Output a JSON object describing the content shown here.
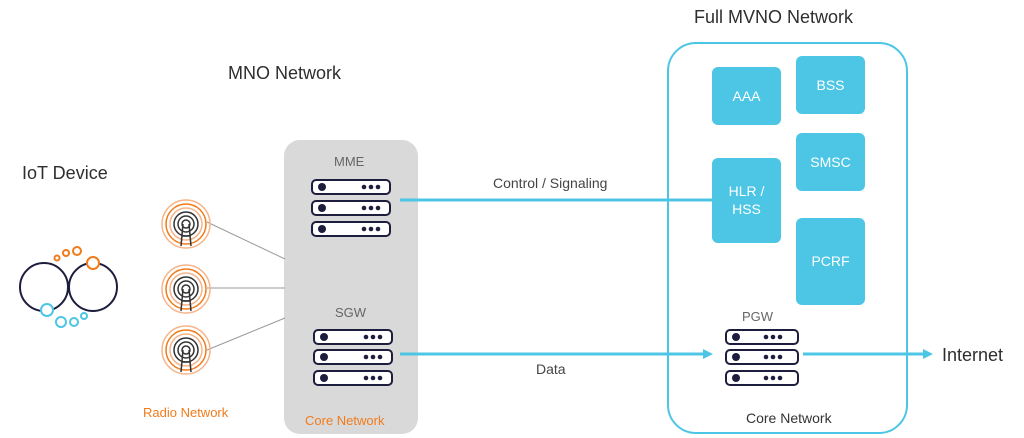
{
  "titles": {
    "mvno": "Full MVNO Network",
    "mno": "MNO Network",
    "iot": "IoT Device"
  },
  "mno": {
    "mme": "MME",
    "sgw": "SGW",
    "core": "Core Network"
  },
  "radio": {
    "label": "Radio Network"
  },
  "mvno": {
    "aaa": "AAA",
    "bss": "BSS",
    "smsc": "SMSC",
    "hlr_line1": "HLR /",
    "hlr_line2": "HSS",
    "pcrf": "PCRF",
    "pgw": "PGW",
    "core": "Core Network"
  },
  "flows": {
    "control": "Control / Signaling",
    "data": "Data",
    "internet": "Internet"
  },
  "colors": {
    "accent": "#4cc6e4",
    "orange": "#f07c1c",
    "navy": "#1d1d3e",
    "mno_bg": "#d9d9d9"
  }
}
